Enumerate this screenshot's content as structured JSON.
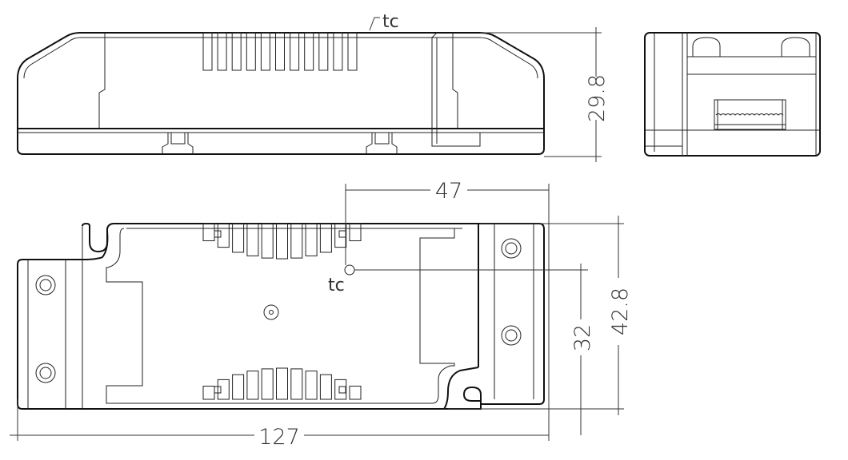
{
  "drawing": {
    "side_view": {
      "tc_label": "tc",
      "height_dim": "29.8"
    },
    "top_view": {
      "tc_label": "tc",
      "tc_offset_dim": "47",
      "width_dim": "42.8",
      "tc_height_dim": "32",
      "length_dim": "127"
    },
    "colors": {
      "line": "#111111",
      "text": "#333333",
      "background": "#ffffff"
    }
  }
}
